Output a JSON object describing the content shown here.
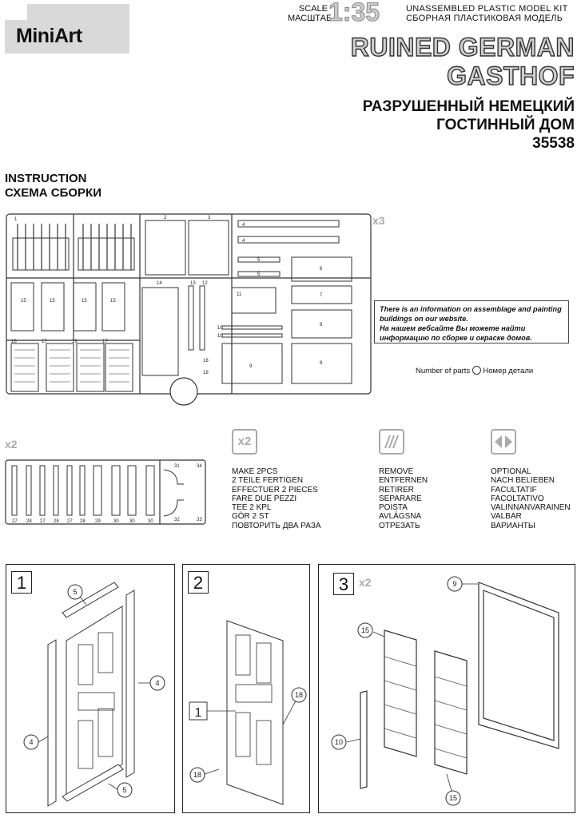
{
  "brand": {
    "logo": "MiniArt"
  },
  "scale": {
    "label_en": "SCALE",
    "label_ru": "МАСШТАБ",
    "value": "1:35"
  },
  "kit": {
    "line_en": "UNASSEMBLED PLASTIC MODEL KIT",
    "line_ru": "СБОРНАЯ ПЛАСТИКОВАЯ МОДЕЛЬ"
  },
  "title": {
    "en_line1": "RUINED GERMAN",
    "en_line2": "GASTHOF",
    "ru_line1": "РАЗРУШЕННЫЙ НЕМЕЦКИЙ",
    "ru_line2": "ГОСТИННЫЙ ДОМ",
    "number": "35538"
  },
  "instruction": {
    "en": "INSTRUCTION",
    "ru": "СХЕМА СБОРКИ"
  },
  "sprue_a": {
    "multiplier": "x3",
    "parts": [
      "1",
      "2",
      "3",
      "4",
      "4",
      "5",
      "5",
      "6",
      "7",
      "8",
      "9",
      "9",
      "10",
      "10",
      "11",
      "12",
      "13",
      "14",
      "15",
      "15",
      "15",
      "15",
      "16",
      "17",
      "16",
      "17",
      "18",
      "18"
    ]
  },
  "info_box": {
    "en": "There is an information on assemblage and painting buildings on our website.",
    "ru": "На нашем вебсайте Вы можете найти информацию по сборке и окраске домов."
  },
  "legend": {
    "en": "Number of parts",
    "ru": "Номер детали"
  },
  "sprue_b": {
    "multiplier": "x2",
    "parts": [
      "27",
      "28",
      "27",
      "28",
      "27",
      "28",
      "29",
      "30",
      "30",
      "30",
      "31",
      "34",
      "32",
      "33"
    ]
  },
  "make": {
    "badge": "x2",
    "lines": [
      "MAKE 2pcs",
      "2 TEILE FERTIGEN",
      "EFFECTUER 2 PIECES",
      "FARE DUE PEZZI",
      "TEE 2 KPL",
      "GÖR 2 ST",
      "ПОВТОРИТЬ ДВА РАЗА"
    ]
  },
  "remove": {
    "lines": [
      "REMOVE",
      "ENTFERNEN",
      "RETIRER",
      "SEPARARE",
      "POISTA",
      "AVLÄGSNA",
      "ОТРЕЗАТЬ"
    ]
  },
  "optional": {
    "lines": [
      "OPTIONAL",
      "NACH BELIEBEN",
      "FACULTATIF",
      "FACOLTATIVO",
      "VALINNANVARAINEN",
      "VALBAR",
      "ВАРИАНТЫ"
    ]
  },
  "steps": [
    {
      "number": "1",
      "callouts": [
        "5",
        "4",
        "4",
        "5"
      ]
    },
    {
      "number": "2",
      "sub": "1",
      "callouts": [
        "18",
        "18"
      ]
    },
    {
      "number": "3",
      "multiplier": "x2",
      "callouts": [
        "9",
        "15",
        "10",
        "15"
      ]
    }
  ]
}
